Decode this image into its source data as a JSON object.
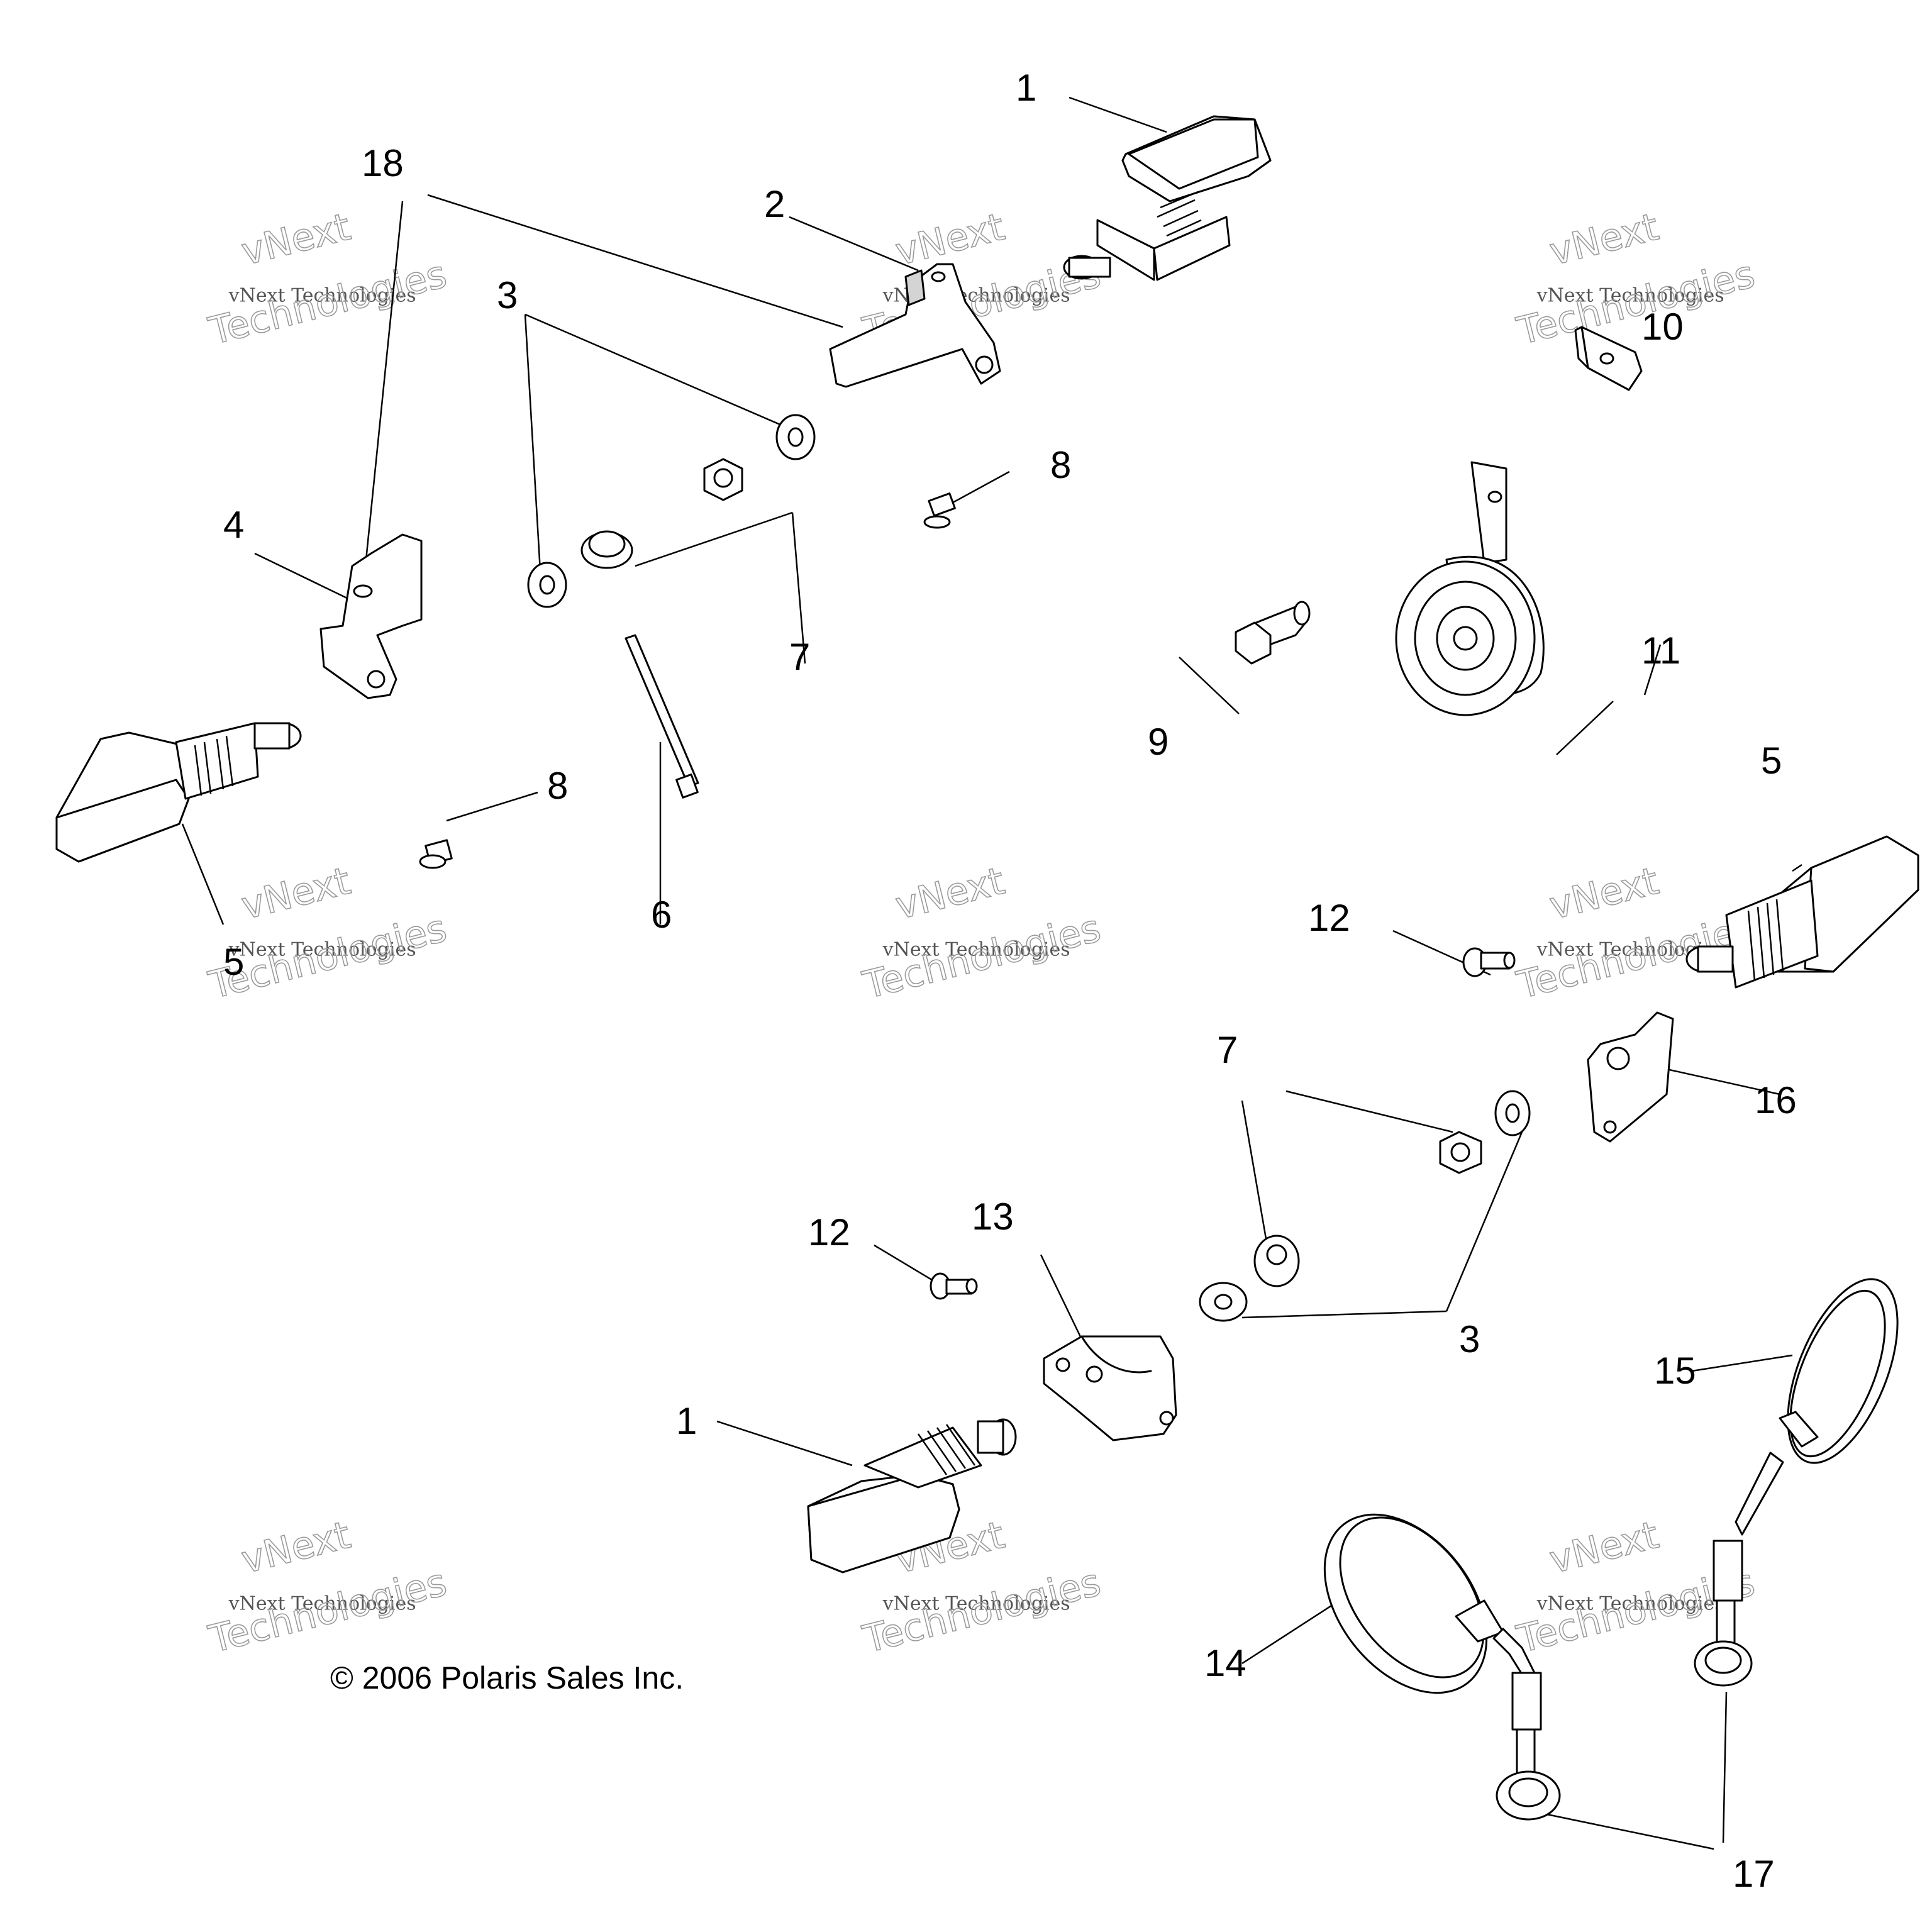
{
  "copyright": "© 2006 Polaris Sales Inc.",
  "watermark": {
    "brand": "vNext",
    "line": "vNext Technologies",
    "big": "Technologies"
  },
  "callouts": {
    "c1a": "1",
    "c1b": "1",
    "c2": "2",
    "c3a": "3",
    "c3b": "3",
    "c4": "4",
    "c5a": "5",
    "c5b": "5",
    "c6": "6",
    "c7a": "7",
    "c7b": "7",
    "c8a": "8",
    "c8b": "8",
    "c9": "9",
    "c10": "10",
    "c11": "11",
    "c12a": "12",
    "c12b": "12",
    "c13": "13",
    "c14": "14",
    "c15": "15",
    "c16": "16",
    "c17": "17",
    "c18": "18"
  }
}
